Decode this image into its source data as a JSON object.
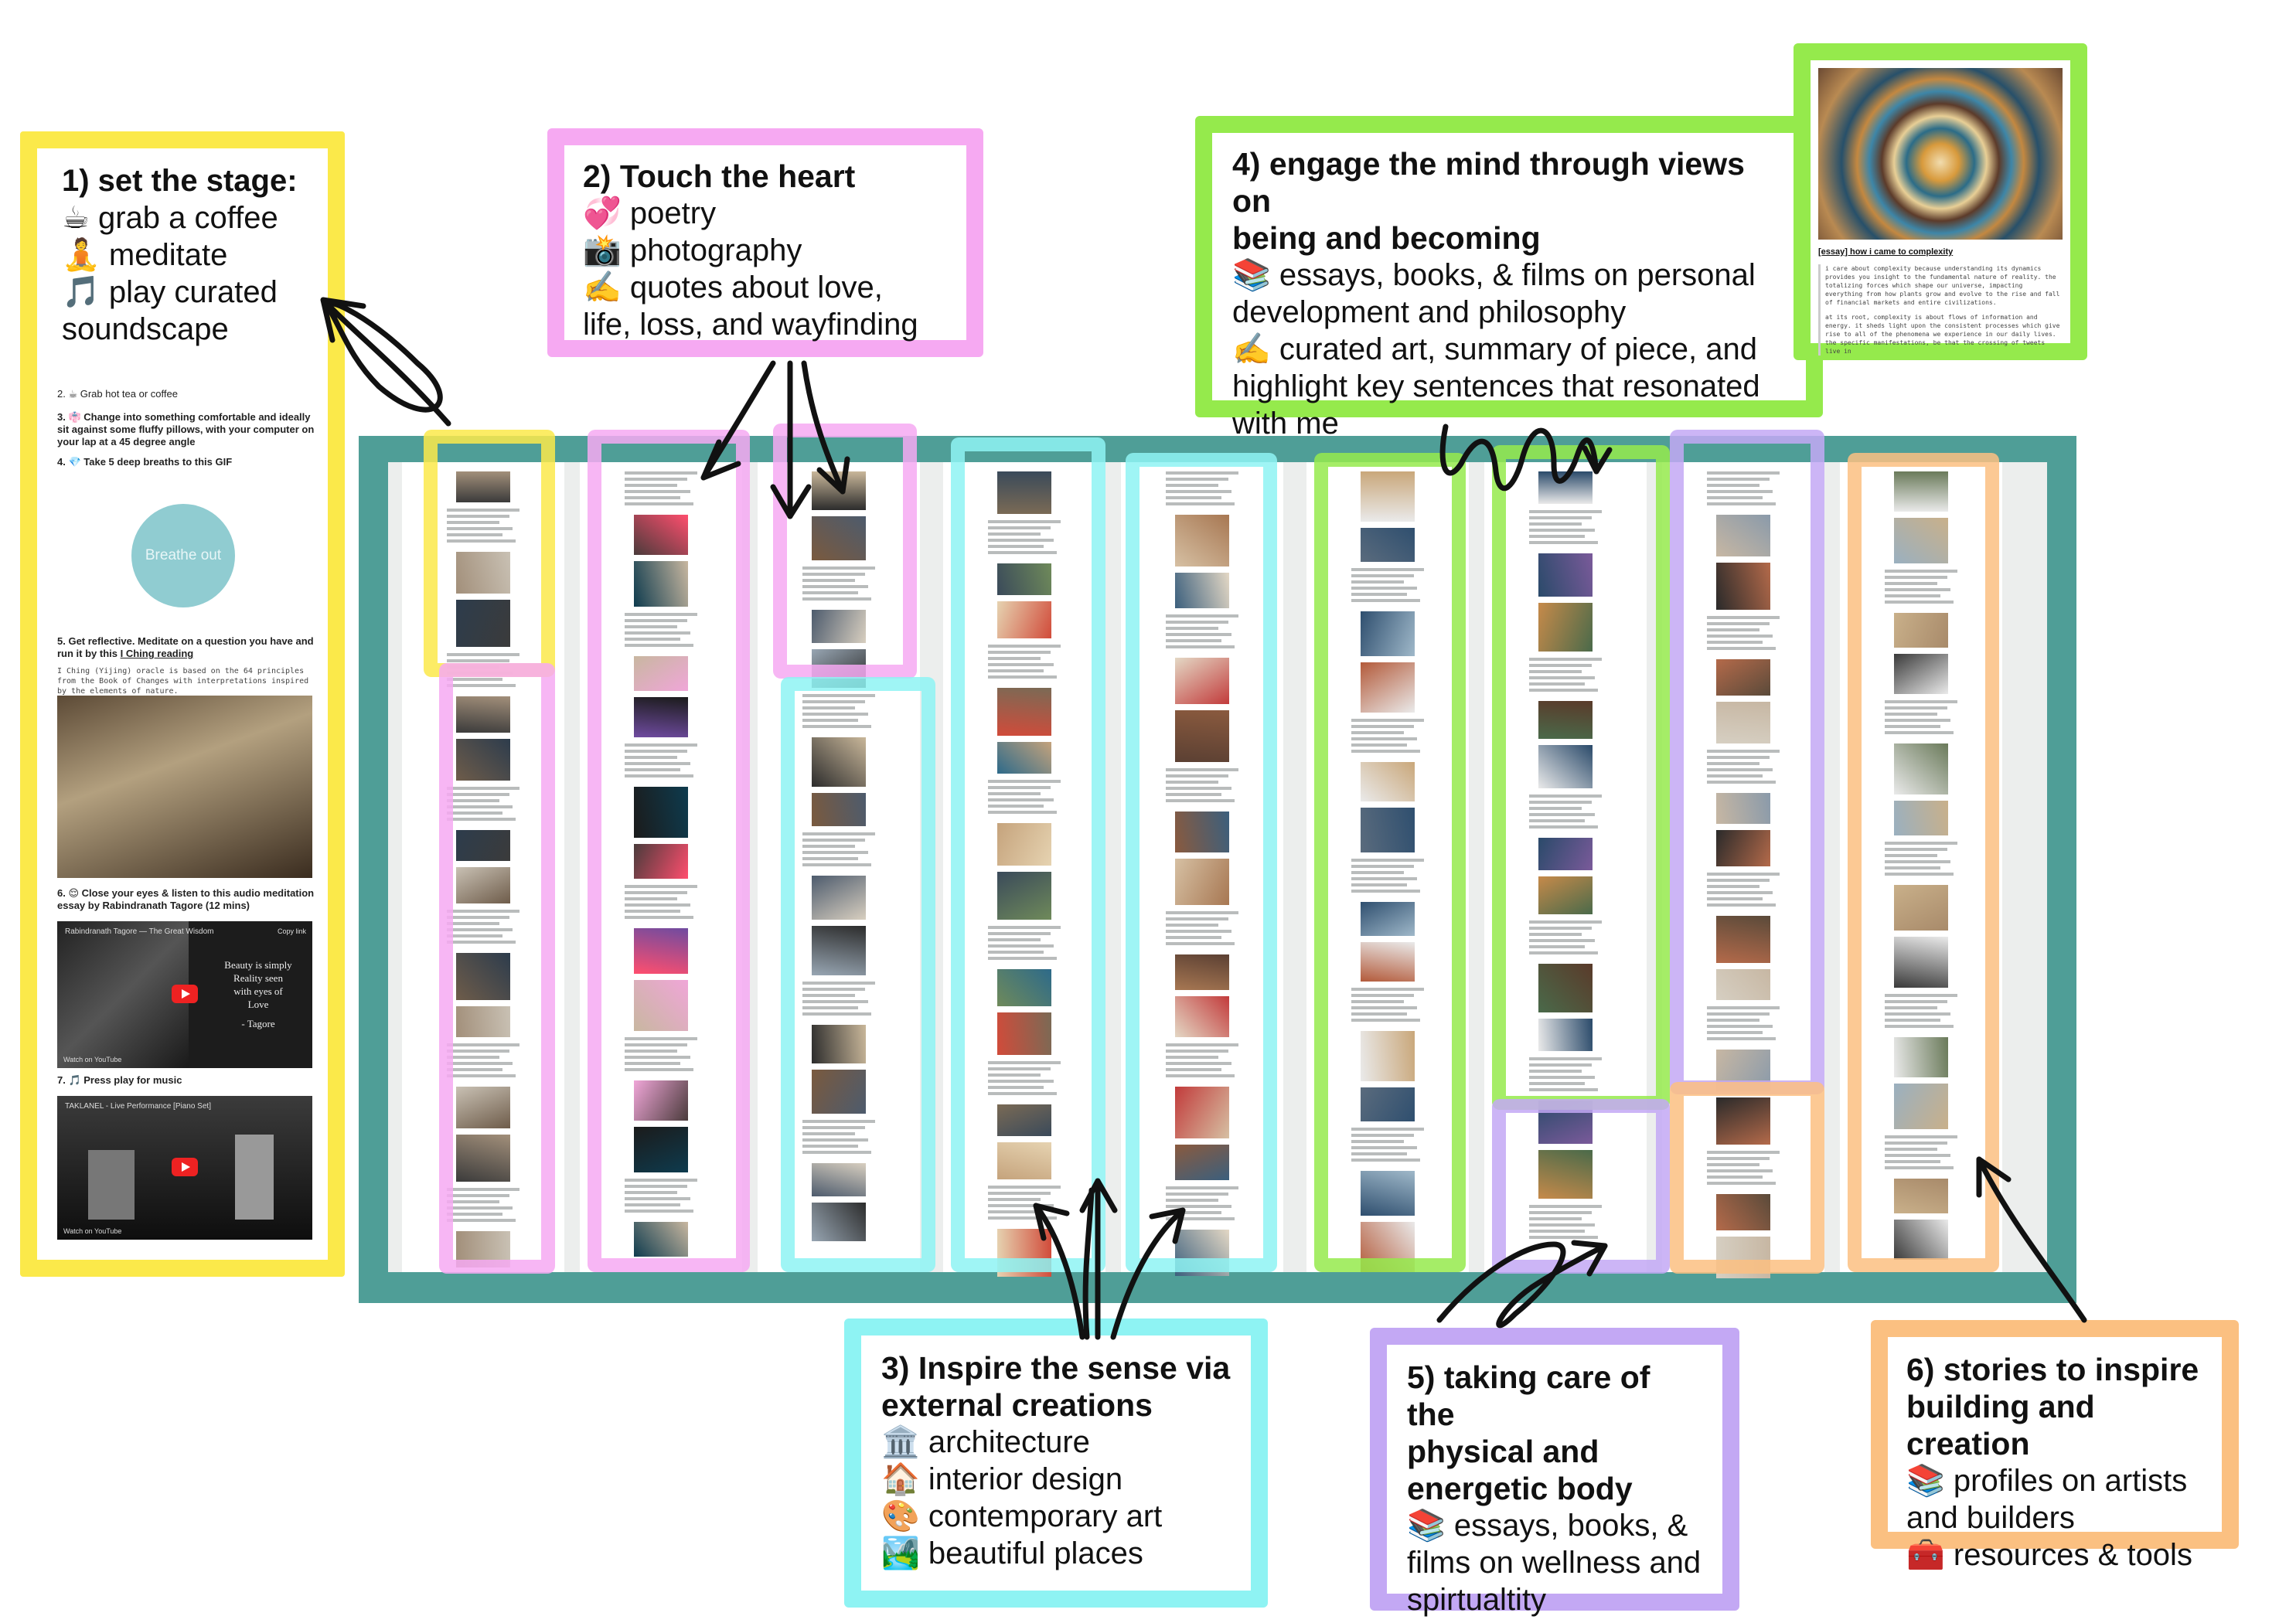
{
  "callouts": {
    "c1": {
      "title": "1) set the stage:",
      "lines": [
        "☕ grab a coffee",
        "🧘 meditate",
        "🎵 play curated",
        "soundscape"
      ]
    },
    "c2": {
      "title": "2) Touch the heart",
      "lines": [
        "💞 poetry",
        "📸 photography",
        "✍️ quotes about love,",
        "life, loss, and wayfinding"
      ]
    },
    "c3": {
      "title_lines": [
        "3) Inspire the sense via",
        "external creations"
      ],
      "lines": [
        "🏛️ architecture",
        "🏠 interior design",
        "🎨 contemporary art",
        "🏞️ beautiful places"
      ]
    },
    "c4": {
      "title_lines": [
        "4) engage the mind through views on",
        "being and becoming"
      ],
      "lines": [
        "📚 essays, books, & films on personal",
        "development and philosophy",
        "✍️ curated art, summary of piece, and",
        "highlight key sentences that resonated",
        "with me"
      ]
    },
    "c5": {
      "title_lines": [
        "5) taking care of the",
        "physical and",
        "energetic body"
      ],
      "lines": [
        "📚 essays, books, &",
        "films on wellness and",
        "spirtualtity"
      ]
    },
    "c6": {
      "title_lines": [
        "6) stories to inspire",
        "building and creation"
      ],
      "lines": [
        "📚 profiles on artists",
        "and builders",
        "🧰 resources & tools"
      ]
    }
  },
  "essay_card": {
    "link": "[essay] how i came to complexity",
    "para1": "i care about complexity because understanding its dynamics provides you insight to the fundamental nature of reality. the totalizing forces which shape our universe, impacting everything from how plants grow and evolve to the rise and fall of financial markets and entire civilizations.",
    "para2": "at its root, complexity is about flows of information and energy. it sheds light upon the consistent processes which give rise to all of the phenomena we experience in our daily lives. the specific manifestations, be that the crossing of tweets live in"
  },
  "stage_panel": {
    "steps": [
      "2. ☕ Grab hot tea or coffee",
      "3. 👘 Change into something comfortable and ideally sit against some fluffy pillows, with your computer on your lap at a 45 degree angle",
      "4. 💎 Take 5 deep breaths to this GIF"
    ],
    "breathe_label": "Breathe out",
    "step5": "5. Get reflective. Meditate on a question you have and run it by this",
    "step5_link": "I Ching reading",
    "iching_note": "I Ching (Yijing) oracle is based on the 64 principles from the Book of Changes with interpretations inspired by the elements of nature.",
    "step6": "6. 😌 Close your eyes & listen to this audio meditation essay by Rabindranath Tagore (12 mins)",
    "video1_title": "Rabindranath Tagore — The Great Wisdom",
    "video1_quote": [
      "Beauty is simply",
      "Reality seen",
      "with eyes of",
      "Love",
      "- Tagore"
    ],
    "copy_link": "Copy link",
    "watch_on": "Watch on",
    "youtube": "YouTube",
    "step7": "7. 🎵 Press play for music",
    "video2_title": "TAKLANEL - Live Performance [Piano Set]"
  },
  "colors": {
    "yellow": "#fbe94a",
    "pink": "#f6a9f2",
    "green": "#95ea4c",
    "cyan": "#8ef3f3",
    "purple": "#c3a8f4",
    "orange": "#fbc081",
    "teal_frame": "#4f9e97"
  }
}
